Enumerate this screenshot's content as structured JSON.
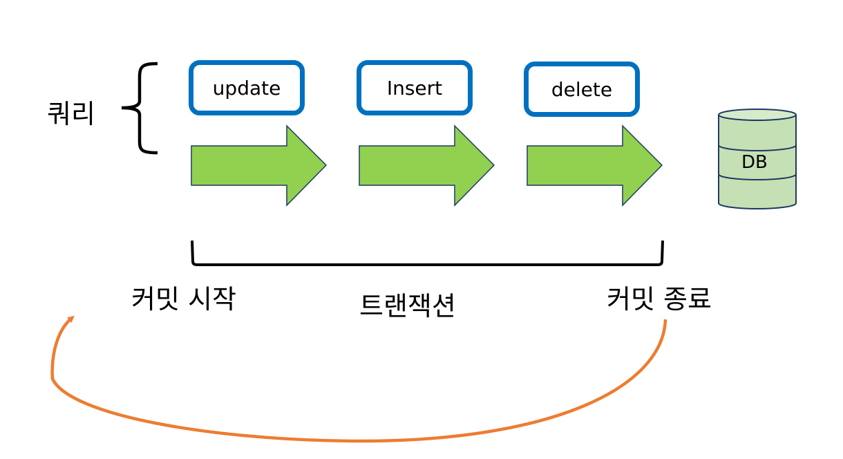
{
  "diagram": {
    "query_label": "쿼리",
    "queries": [
      {
        "label": "update"
      },
      {
        "label": "Insert"
      },
      {
        "label": "delete"
      }
    ],
    "database": {
      "label": "DB"
    },
    "transaction_label": "트랜잭션",
    "commit_start_label": "커밋 시작",
    "commit_end_label": "커밋 종료",
    "colors": {
      "query_box_border": "#0070C0",
      "arrow_fill": "#92D050",
      "arrow_stroke": "#1F3864",
      "db_fill": "#C5E0B4",
      "db_stroke": "#1F3864",
      "loop_arrow": "#ED7D31"
    }
  }
}
